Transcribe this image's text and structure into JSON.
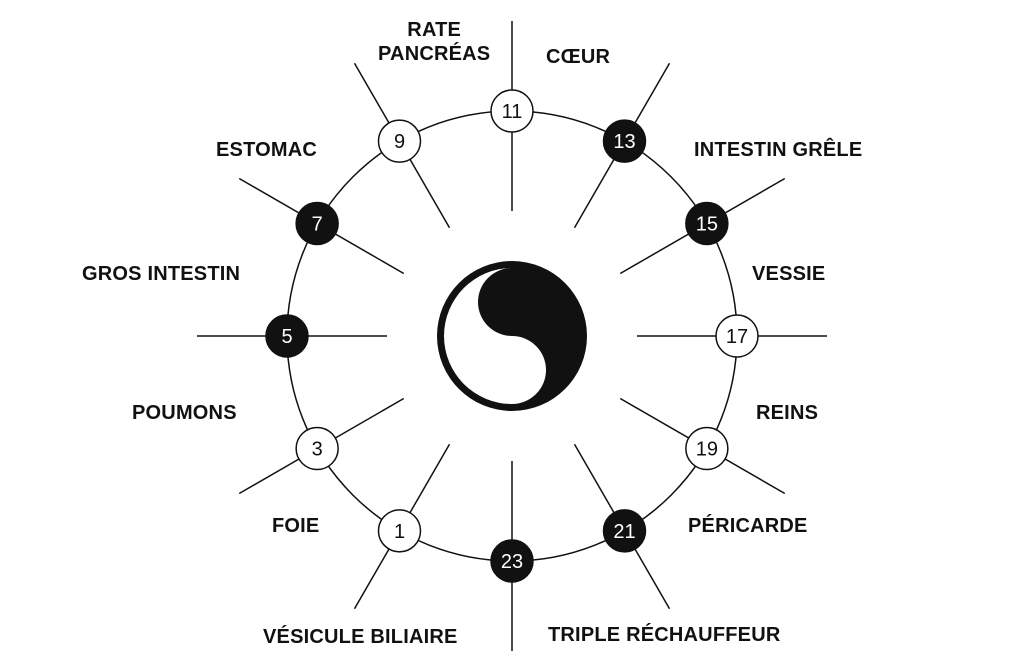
{
  "diagram": {
    "nodes": [
      {
        "number": "1",
        "organ": "VÉSICULE BILIAIRE",
        "fill": "white"
      },
      {
        "number": "3",
        "organ": "FOIE",
        "fill": "white"
      },
      {
        "number": "5",
        "organ": "POUMONS",
        "fill": "black"
      },
      {
        "number": "7",
        "organ": "GROS INTESTIN",
        "fill": "black"
      },
      {
        "number": "9",
        "organ": "ESTOMAC",
        "fill": "white"
      },
      {
        "number": "11",
        "organ": "RATE PANCRÉAS",
        "fill": "white"
      },
      {
        "number": "13",
        "organ": "CŒUR",
        "fill": "black"
      },
      {
        "number": "15",
        "organ": "INTESTIN GRÊLE",
        "fill": "black"
      },
      {
        "number": "17",
        "organ": "VESSIE",
        "fill": "white"
      },
      {
        "number": "19",
        "organ": "REINS",
        "fill": "white"
      },
      {
        "number": "21",
        "organ": "PÉRICARDE",
        "fill": "black"
      },
      {
        "number": "23",
        "organ": "TRIPLE RÉCHAUFFEUR",
        "fill": "black"
      }
    ],
    "rate_line1": "RATE",
    "rate_line2": "PANCRÉAS",
    "center_symbol": "yin-yang-icon",
    "colors": {
      "ink": "#111111",
      "paper": "#ffffff"
    }
  }
}
